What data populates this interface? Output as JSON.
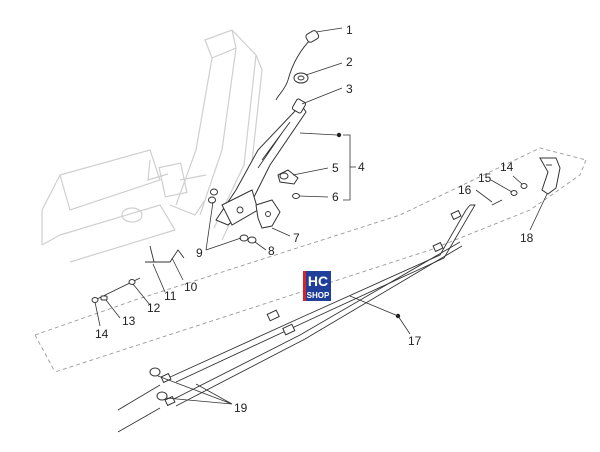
{
  "diagram": {
    "callouts": [
      {
        "id": "c1",
        "text": "1"
      },
      {
        "id": "c2",
        "text": "2"
      },
      {
        "id": "c3",
        "text": "3"
      },
      {
        "id": "c4",
        "text": "4"
      },
      {
        "id": "c5",
        "text": "5"
      },
      {
        "id": "c6",
        "text": "6"
      },
      {
        "id": "c7",
        "text": "7"
      },
      {
        "id": "c8",
        "text": "8"
      },
      {
        "id": "c9",
        "text": "9"
      },
      {
        "id": "c10",
        "text": "10"
      },
      {
        "id": "c11",
        "text": "11"
      },
      {
        "id": "c12",
        "text": "12"
      },
      {
        "id": "c13",
        "text": "13"
      },
      {
        "id": "c14a",
        "text": "14"
      },
      {
        "id": "c14b",
        "text": "14"
      },
      {
        "id": "c15",
        "text": "15"
      },
      {
        "id": "c16",
        "text": "16"
      },
      {
        "id": "c17",
        "text": "17"
      },
      {
        "id": "c18",
        "text": "18"
      },
      {
        "id": "c19",
        "text": "19"
      }
    ],
    "logo": {
      "line1": "HC",
      "line2": "SHOP",
      "colors": {
        "blue": "#1f3f9a",
        "red": "#d8232a",
        "white": "#ffffff"
      }
    }
  }
}
